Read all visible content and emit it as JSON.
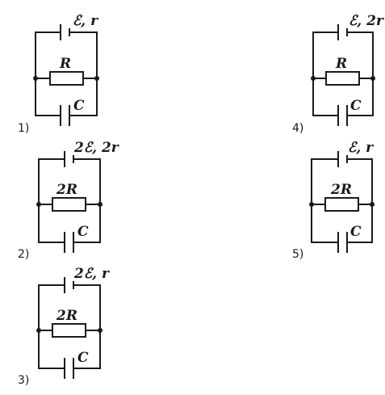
{
  "circuits": [
    {
      "number": "1)",
      "emf_label": "ℰ, r",
      "resistor_label": "R",
      "capacitor_label": "C"
    },
    {
      "number": "2)",
      "emf_label": "2ℰ, 2r",
      "resistor_label": "2R",
      "capacitor_label": "C"
    },
    {
      "number": "3)",
      "emf_label": "2ℰ, r",
      "resistor_label": "2R",
      "capacitor_label": "C"
    },
    {
      "number": "4)",
      "emf_label": "ℰ, 2r",
      "resistor_label": "R",
      "capacitor_label": "C"
    },
    {
      "number": "5)",
      "emf_label": "ℰ, r",
      "resistor_label": "2R",
      "capacitor_label": "C"
    }
  ]
}
